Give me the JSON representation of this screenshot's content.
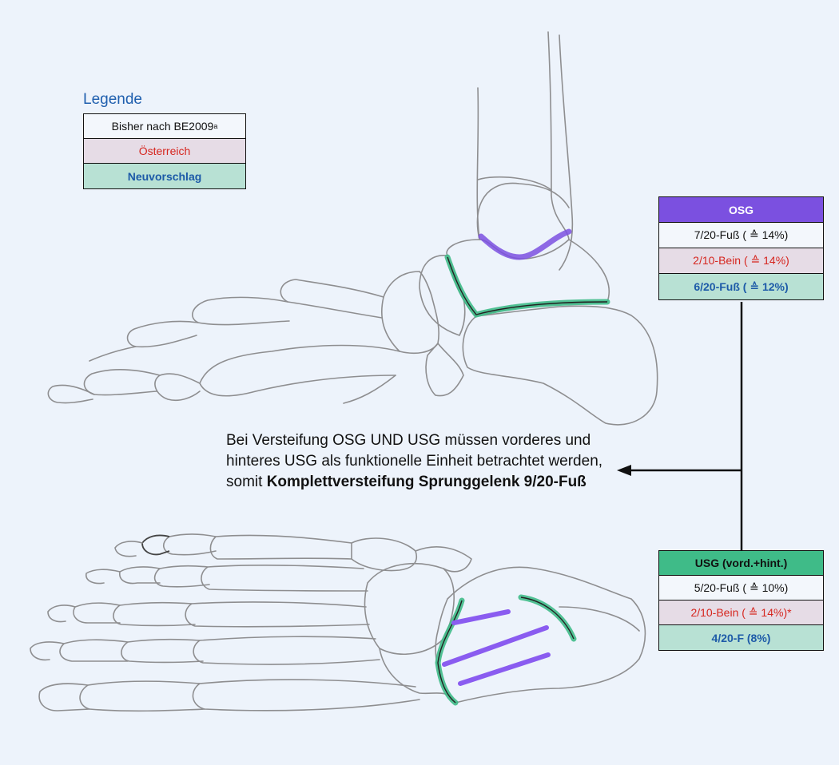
{
  "legend": {
    "title": "Legende",
    "rows": [
      "Bisher nach BE2009",
      "Österreich",
      "Neuvorschlag"
    ],
    "footnote_marker": "a"
  },
  "osg": {
    "header": "OSG",
    "rows": [
      "7/20-Fuß ( ≙ 14%)",
      "2/10-Bein ( ≙ 14%)",
      "6/20-Fuß ( ≙ 12%)"
    ]
  },
  "usg": {
    "header": "USG (vord.+hint.)",
    "rows": [
      "5/20-Fuß ( ≙ 10%)",
      "2/10-Bein ( ≙ 14%)*",
      "4/20-F (8%)"
    ]
  },
  "note": {
    "text": "Bei Versteifung OSG UND USG müssen vorderes und hinteres USG als funktionelle Einheit betrachtet werden, somit ",
    "bold": "Komplettversteifung Sprunggelenk 9/20-Fuß"
  },
  "colors": {
    "osg_highlight": "#7b50e0",
    "usg_highlight": "#3fbb88",
    "austria_text": "#d6261f",
    "proposal_text": "#1d5aa8"
  }
}
